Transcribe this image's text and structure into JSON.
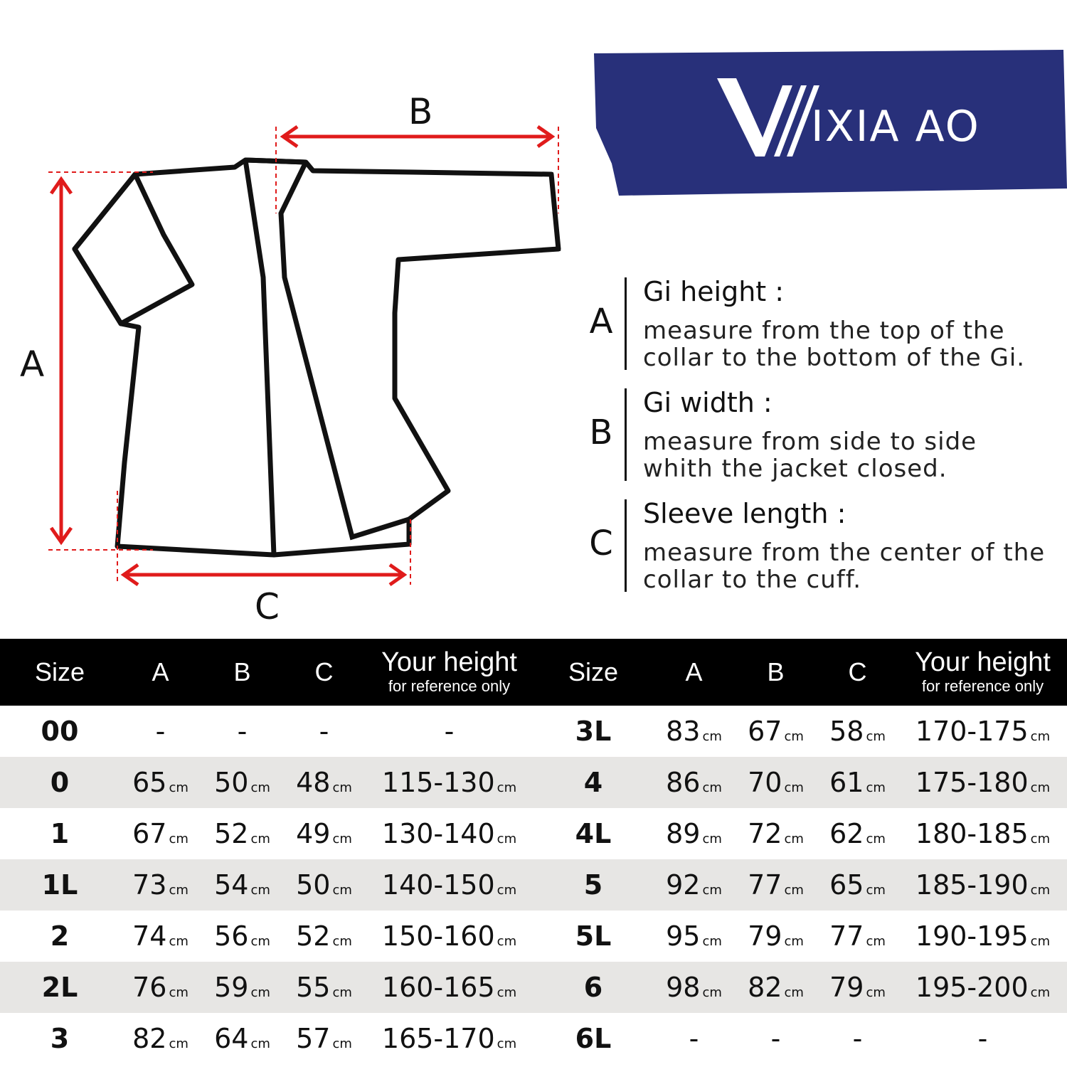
{
  "diagram": {
    "labels": {
      "a": "A",
      "b": "B",
      "c": "C"
    },
    "colors": {
      "dimension": "#e01b1b",
      "outline": "#111111"
    }
  },
  "brand": {
    "name": "IXIA AO",
    "logo_mark": "V",
    "background": "#28307a"
  },
  "legend": [
    {
      "letter": "A",
      "title": "Gi height :",
      "desc_line1": "measure from the top of the",
      "desc_line2": "collar to the bottom of the Gi."
    },
    {
      "letter": "B",
      "title": "Gi width :",
      "desc_line1": "measure from side to side",
      "desc_line2": "whith the jacket closed."
    },
    {
      "letter": "C",
      "title": "Sleeve length :",
      "desc_line1": "measure from the center of the",
      "desc_line2": "collar to the cuff."
    }
  ],
  "table": {
    "headers": {
      "size": "Size",
      "a": "A",
      "b": "B",
      "c": "C",
      "height": "Your height",
      "height_note": "for reference only"
    },
    "unit": "cm",
    "rows": [
      {
        "left": {
          "size": "00",
          "a": "-",
          "b": "-",
          "c": "-",
          "h": "-"
        },
        "right": {
          "size": "3L",
          "a": "83",
          "b": "67",
          "c": "58",
          "h": "170-175"
        }
      },
      {
        "left": {
          "size": "0",
          "a": "65",
          "b": "50",
          "c": "48",
          "h": "115-130"
        },
        "right": {
          "size": "4",
          "a": "86",
          "b": "70",
          "c": "61",
          "h": "175-180"
        }
      },
      {
        "left": {
          "size": "1",
          "a": "67",
          "b": "52",
          "c": "49",
          "h": "130-140"
        },
        "right": {
          "size": "4L",
          "a": "89",
          "b": "72",
          "c": "62",
          "h": "180-185"
        }
      },
      {
        "left": {
          "size": "1L",
          "a": "73",
          "b": "54",
          "c": "50",
          "h": "140-150"
        },
        "right": {
          "size": "5",
          "a": "92",
          "b": "77",
          "c": "65",
          "h": "185-190"
        }
      },
      {
        "left": {
          "size": "2",
          "a": "74",
          "b": "56",
          "c": "52",
          "h": "150-160"
        },
        "right": {
          "size": "5L",
          "a": "95",
          "b": "79",
          "c": "77",
          "h": "190-195"
        }
      },
      {
        "left": {
          "size": "2L",
          "a": "76",
          "b": "59",
          "c": "55",
          "h": "160-165"
        },
        "right": {
          "size": "6",
          "a": "98",
          "b": "82",
          "c": "79",
          "h": "195-200"
        }
      },
      {
        "left": {
          "size": "3",
          "a": "82",
          "b": "64",
          "c": "57",
          "h": "165-170"
        },
        "right": {
          "size": "6L",
          "a": "-",
          "b": "-",
          "c": "-",
          "h": "-"
        }
      }
    ]
  }
}
